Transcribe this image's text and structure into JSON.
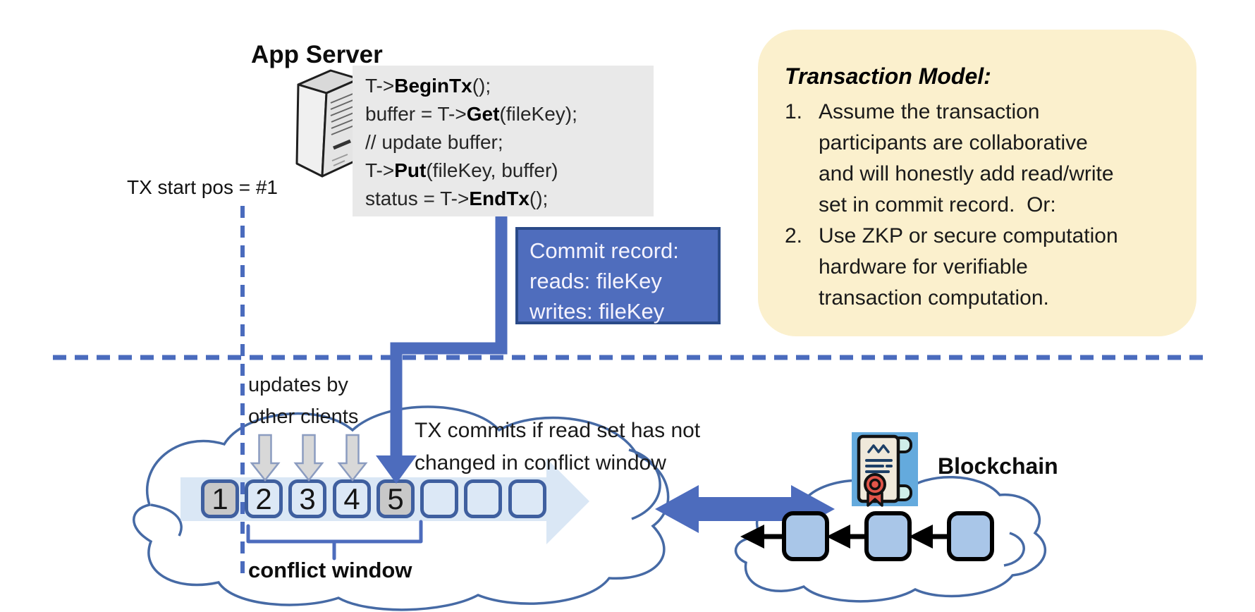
{
  "app_server": {
    "title": "App Server"
  },
  "code_block": {
    "lines": [
      {
        "pre": "T->",
        "bold": "BeginTx",
        "post": "();"
      },
      {
        "pre": "buffer = T->",
        "bold": "Get",
        "post": "(fileKey);"
      },
      {
        "pre": "// update buffer;",
        "bold": "",
        "post": ""
      },
      {
        "pre": "T->",
        "bold": "Put",
        "post": "(fileKey, buffer)"
      },
      {
        "pre": "status = T->",
        "bold": "EndTx",
        "post": "();"
      }
    ]
  },
  "tx_start": {
    "label": "TX start pos = #1"
  },
  "commit_record": {
    "title": "Commit record:",
    "reads": "reads: fileKey",
    "writes": "writes: fileKey"
  },
  "transaction_model": {
    "title": "Transaction Model:",
    "items": [
      {
        "num": "1.",
        "lines": [
          "Assume the transaction",
          "participants are collaborative",
          "and will honestly add read/write",
          "set in commit record.  Or:"
        ]
      },
      {
        "num": "2.",
        "lines": [
          "Use ZKP or secure computation",
          "hardware for verifiable",
          "transaction computation."
        ]
      }
    ]
  },
  "updates_label": {
    "line1": "updates by",
    "line2": "other clients"
  },
  "tx_commits_label": {
    "line1": "TX commits if read set has not",
    "line2": "changed in conflict window"
  },
  "timeline": {
    "blocks": [
      "1",
      "2",
      "3",
      "4",
      "5",
      "",
      "",
      ""
    ]
  },
  "conflict_window": {
    "label": "conflict window"
  },
  "blockchain": {
    "label": "Blockchain"
  },
  "icons": {
    "server": "server-tower-icon",
    "contract": "smart-contract-certificate-icon"
  },
  "colors": {
    "accent_blue": "#4a6bbd",
    "commit_fill": "#4f6dbd",
    "commit_border": "#2a4a88",
    "note_yellow": "#fbf0cd",
    "code_bg": "#e9e9e9",
    "block_blue": "#dce8f6",
    "block_gray": "#c8c8c8",
    "block_border": "#3f5f9f",
    "chain_fill": "#a9c6e8",
    "cloud_stroke": "#466aa5"
  }
}
